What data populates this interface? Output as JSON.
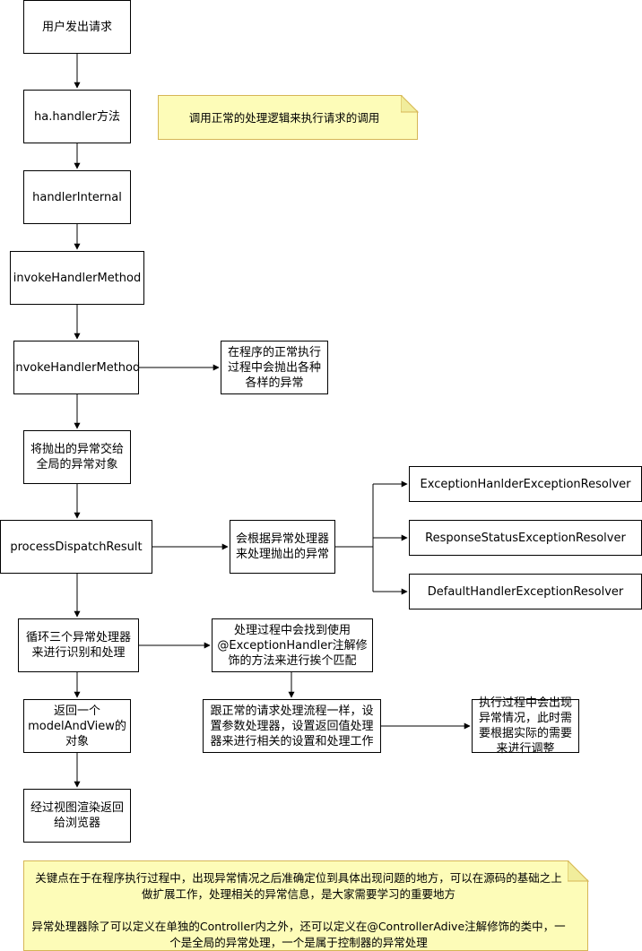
{
  "nodes": {
    "user_request": "用户发出请求",
    "ha_handler": "ha.handler方法",
    "handler_internal": "handlerInternal",
    "invoke_handler_method_1": "invokeHandlerMethod",
    "invoke_handler_method_2": "invokeHandlerMethod",
    "throw_exception_note": "在程序的正常执行过程中会抛出各种各样的异常",
    "hand_to_global": "将抛出的异常交给全局的异常对象",
    "process_dispatch_result": "processDispatchResult",
    "resolver_handle": "会根据异常处理器来处理抛出的异常",
    "resolver_1": "ExceptionHanlderExceptionResolver",
    "resolver_2": "ResponseStatusExceptionResolver",
    "resolver_3": "DefaultHandlerExceptionResolver",
    "loop_resolvers": "循环三个异常处理器来进行识别和处理",
    "find_annotation": "处理过程中会找到使用@ExceptionHandler注解修饰的方法来进行挨个匹配",
    "same_as_normal": "跟正常的请求处理流程一样，设置参数处理器，设置返回值处理器来进行相关的设置和处理工作",
    "adjust_note": "执行过程中会出现异常情况，此时需要根据实际的需要来进行调整",
    "return_mav": "返回一个modelAndView的对象",
    "render_view": "经过视图渲染返回给浏览器"
  },
  "notes": {
    "normal_logic": "调用正常的处理逻辑来执行请求的调用",
    "summary_line1": "关键点在于在程序执行过程中，出现异常情况之后准确定位到具体出现问题的地方，可以在源码的基础之上做扩展工作，处理相关的异常信息，是大家需要学习的重要地方",
    "summary_line2": "异常处理器除了可以定义在单独的Controller内之外，还可以定义在@ControllerAdive注解修饰的类中，一个是全局的异常处理，一个是属于控制器的异常处理"
  },
  "colors": {
    "note_fill": "#fdfcb8",
    "note_border": "#d6b656",
    "line": "#000000"
  }
}
